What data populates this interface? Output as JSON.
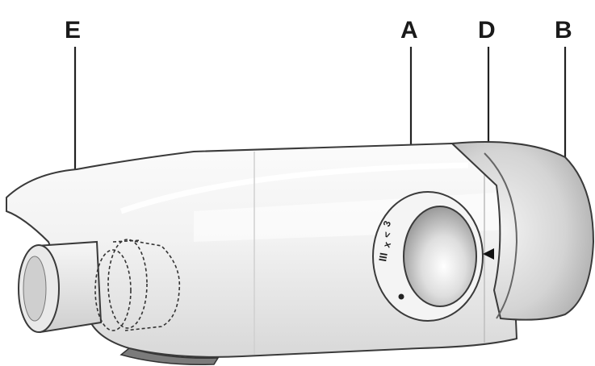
{
  "callouts": {
    "E": "E",
    "A": "A",
    "D": "D",
    "B": "B"
  },
  "dial_markings": {
    "line1": "3",
    "line2": "<",
    "line3": "x",
    "bars": "III"
  },
  "colors": {
    "outline": "#3a3a3a",
    "body_fill": "#efefef",
    "end_cap": "#d9d9d9",
    "knob": "#cfcfcf"
  }
}
